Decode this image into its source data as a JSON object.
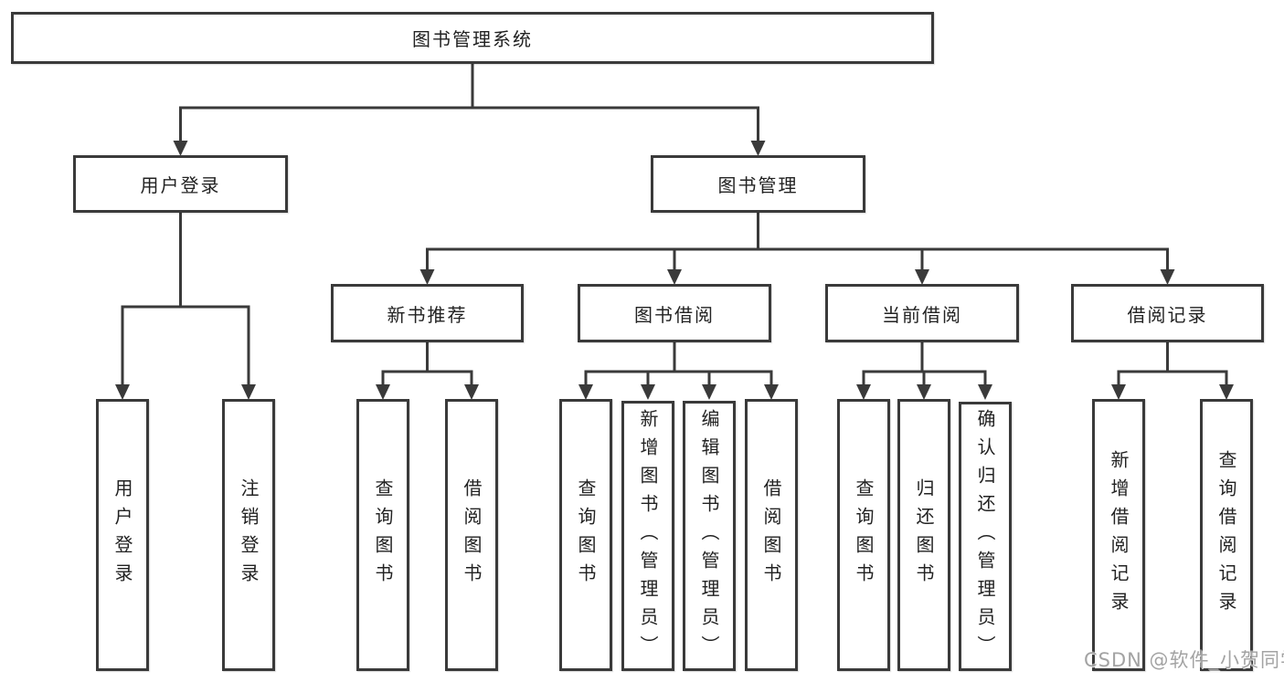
{
  "tree": {
    "root": "图书管理系统",
    "branches": [
      {
        "label": "用户登录",
        "children": [
          "用户登录",
          "注销登录"
        ]
      },
      {
        "label": "图书管理",
        "children": [
          {
            "label": "新书推荐",
            "children": [
              "查询图书",
              "借阅图书"
            ]
          },
          {
            "label": "图书借阅",
            "children": [
              "查询图书",
              "新增图书（管理员）",
              "编辑图书（管理员）",
              "借阅图书"
            ]
          },
          {
            "label": "当前借阅",
            "children": [
              "查询图书",
              "归还图书",
              "确认归还（管理员）"
            ]
          },
          {
            "label": "借阅记录",
            "children": [
              "新增借阅记录",
              "查询借阅记录"
            ]
          }
        ]
      }
    ]
  },
  "watermark": {
    "text": "CSDN @软件_小贺同学"
  },
  "style": {
    "line_color": "#3a3a3a",
    "text_color": "#222222",
    "watermark_color": "#a3a3a3",
    "background_color": "#ffffff"
  }
}
